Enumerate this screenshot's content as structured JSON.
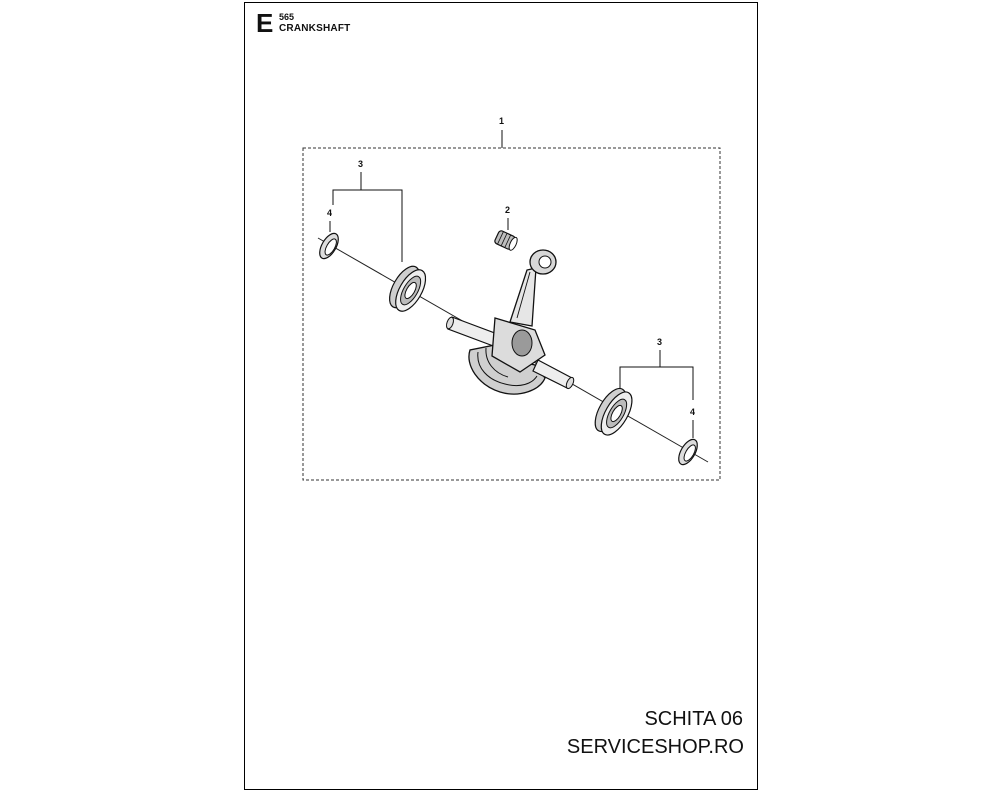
{
  "header": {
    "section_letter": "E",
    "model": "565",
    "title": "CRANKSHAFT"
  },
  "callouts": {
    "assembly": "1",
    "needle_bearing": "2",
    "ball_bearing_left": "3",
    "seal_left": "4",
    "ball_bearing_right": "3",
    "seal_right": "4"
  },
  "footer": {
    "line1": "SCHITA 06",
    "line2": "SERVICESHOP.RO"
  }
}
